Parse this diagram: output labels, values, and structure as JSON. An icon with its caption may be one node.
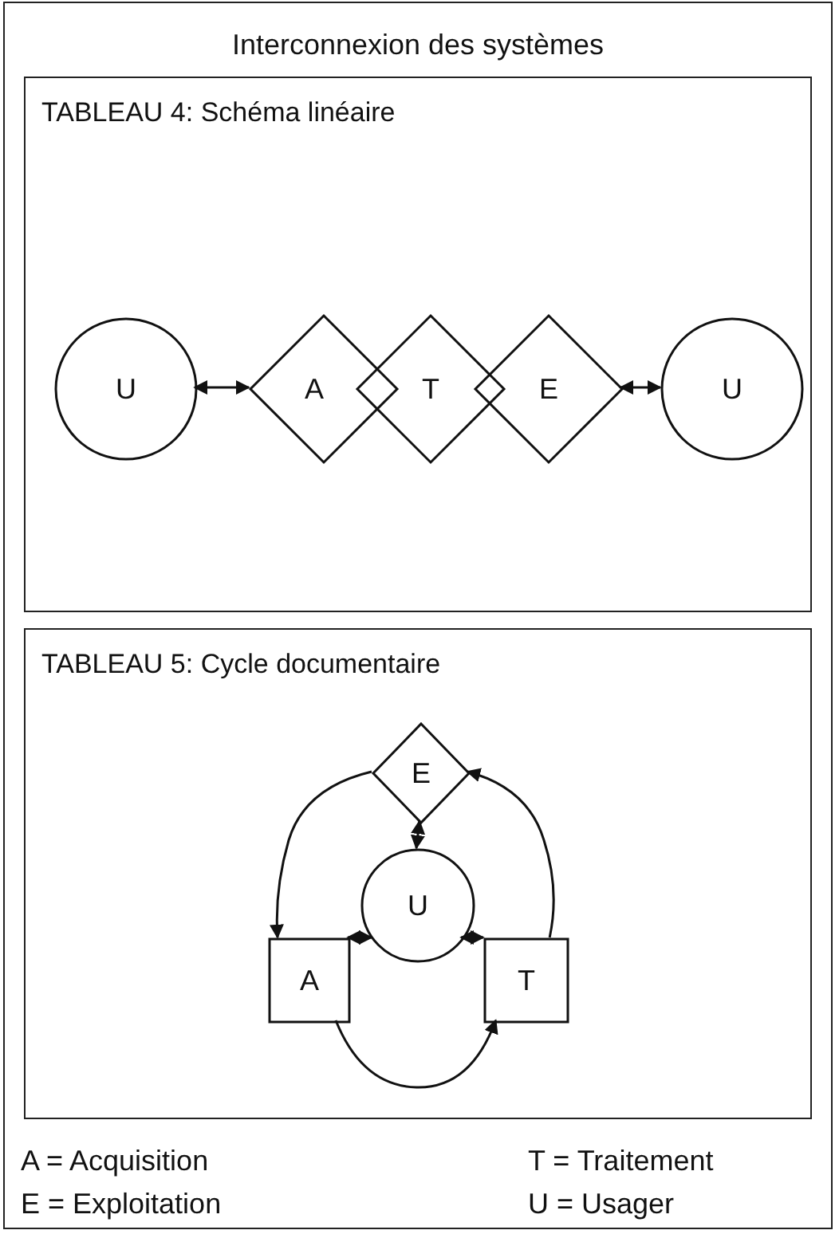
{
  "diagram": {
    "title": "Interconnexion des systèmes",
    "nodes": [
      {
        "text": [
          "TABLEAU 4: Schéma linéaire"
        ]
      },
      {
        "text": [
          "U"
        ],
        "in": 0
      },
      {
        "text": [
          "A"
        ],
        "in": 0
      },
      {
        "text": [
          "T"
        ],
        "in": 0
      },
      {
        "text": [
          "E"
        ],
        "in": 0
      },
      {
        "text": [
          "U"
        ],
        "in": 0
      },
      {
        "text": [
          "TABLEAU 5: Cycle documentaire"
        ]
      },
      {
        "text": [
          "E"
        ],
        "in": 6
      },
      {
        "text": [
          "U"
        ],
        "in": 6
      },
      {
        "text": [
          "A"
        ],
        "in": 6
      },
      {
        "text": [
          "T"
        ],
        "in": 6
      }
    ],
    "edges": [
      {
        "from": 1,
        "to": 2,
        "arrow": "both"
      },
      {
        "from": 4,
        "to": 5,
        "arrow": "both"
      },
      {
        "from": 7,
        "to": 9,
        "arrow": "to"
      },
      {
        "from": 9,
        "to": 10,
        "arrow": "to"
      },
      {
        "from": 10,
        "to": 7,
        "arrow": "to"
      },
      {
        "from": 8,
        "to": 7,
        "arrow": "both"
      },
      {
        "from": 8,
        "to": 9,
        "arrow": "both"
      },
      {
        "from": 8,
        "to": 10,
        "arrow": "both"
      }
    ],
    "labels": [
      "A = Acquisition",
      "T = Traitement",
      "E = Exploitation",
      "U = Usager"
    ]
  }
}
